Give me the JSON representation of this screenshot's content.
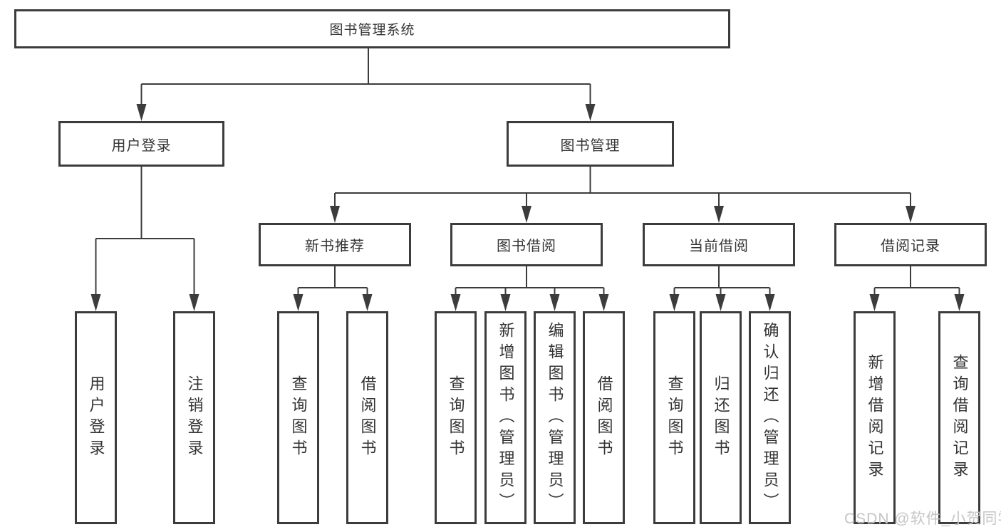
{
  "diagram": {
    "root": "图书管理系统",
    "branches": {
      "user_login": "用户登录",
      "book_mgmt": "图书管理"
    },
    "modules": {
      "new_book": "新书推荐",
      "book_borrow": "图书借阅",
      "current_borrow": "当前借阅",
      "borrow_record": "借阅记录"
    },
    "leaves": {
      "ul_login": "用户登录",
      "ul_logout": "注销登录",
      "nb_query": "查询图书",
      "nb_borrow": "借阅图书",
      "bb_query": "查询图书",
      "bb_add": "新增图书（管理员）",
      "bb_edit": "编辑图书（管理员）",
      "bb_borrow": "借阅图书",
      "cb_query": "查询图书",
      "cb_return": "归还图书",
      "cb_confirm": "确认归还（管理员）",
      "br_add": "新增借阅记录",
      "br_query": "查询借阅记录"
    }
  },
  "watermark": "CSDN @软件_小贺同学",
  "colors": {
    "line": "#3c3c3c",
    "text": "#333333",
    "watermark": "#c5c5c5",
    "background": "#ffffff"
  }
}
